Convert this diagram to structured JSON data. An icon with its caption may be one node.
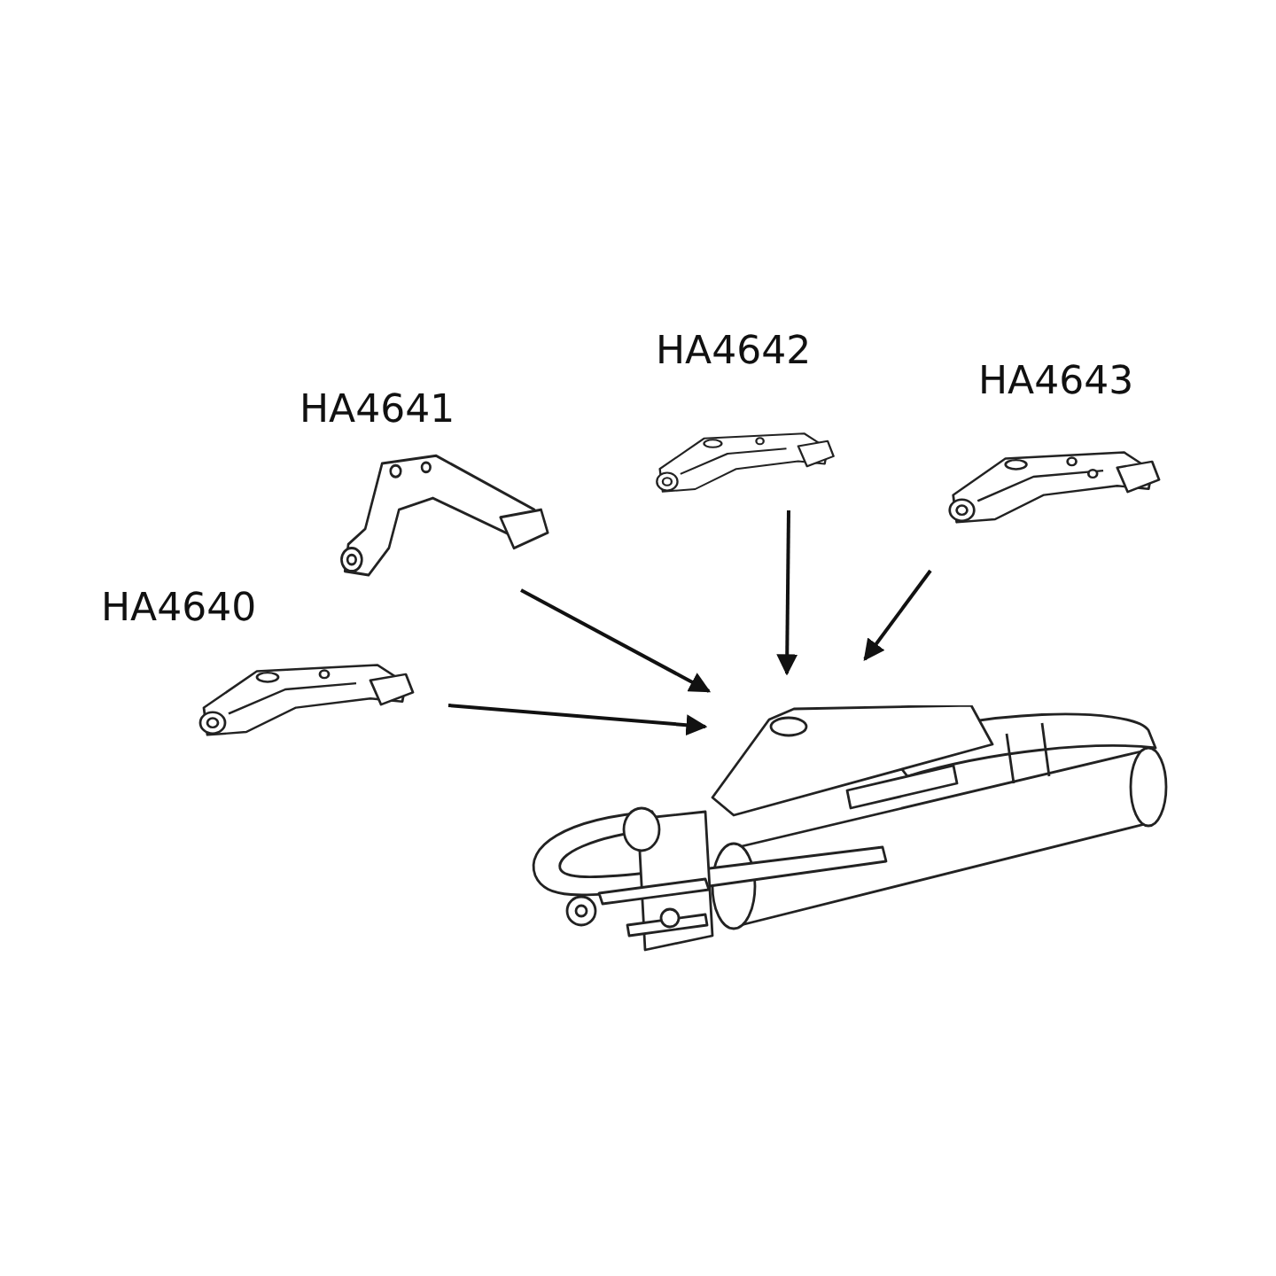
{
  "diagram": {
    "nodes": [
      {
        "text": [
          "HA4642"
        ]
      },
      {
        "text": [
          "HA4643"
        ]
      },
      {
        "text": [
          "HA4641"
        ]
      },
      {
        "text": [
          "HA4640"
        ]
      },
      {
        "text": [],
        "shape": "picture"
      }
    ],
    "edges": [
      {
        "from": 0,
        "to": 4,
        "arrow": "to"
      },
      {
        "from": 1,
        "to": 4,
        "arrow": "to"
      },
      {
        "from": 2,
        "to": 4,
        "arrow": "to"
      },
      {
        "from": 3,
        "to": 4,
        "arrow": "to"
      }
    ]
  }
}
